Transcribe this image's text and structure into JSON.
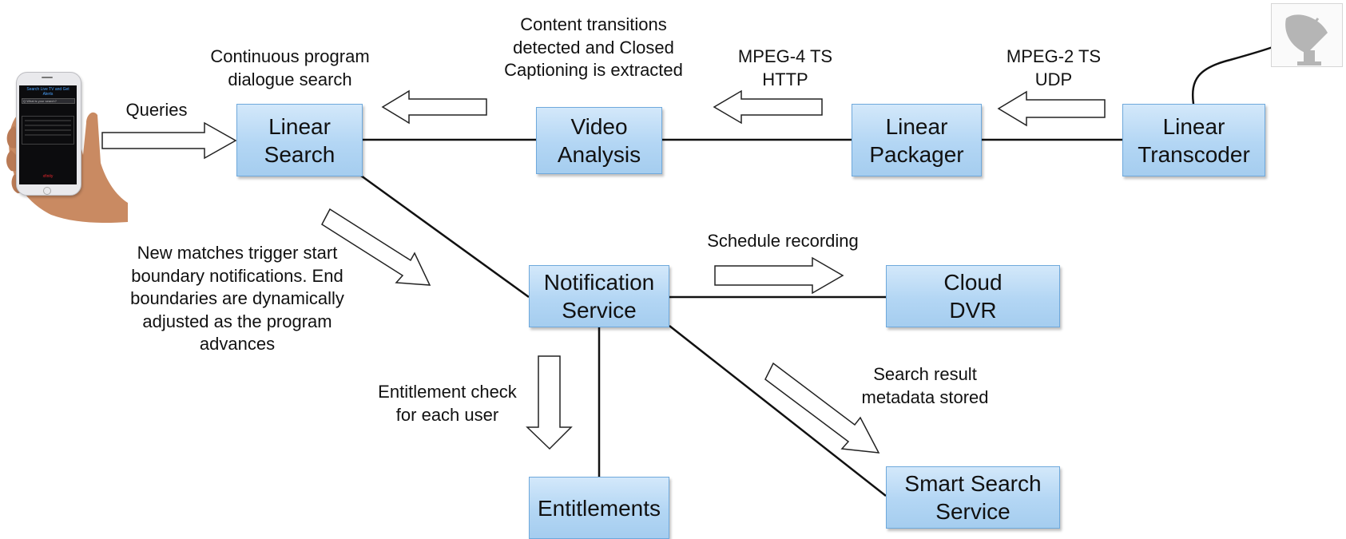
{
  "nodes": {
    "linear_search": "Linear\nSearch",
    "video_analysis": "Video\nAnalysis",
    "linear_packager": "Linear\nPackager",
    "linear_transcoder": "Linear\nTranscoder",
    "notification_service": "Notification\nService",
    "cloud_dvr": "Cloud\nDVR",
    "entitlements": "Entitlements",
    "smart_search_service": "Smart Search\nService"
  },
  "labels": {
    "queries": "Queries",
    "continuous_search": "Continuous program\ndialogue search",
    "content_transitions": "Content transitions\ndetected and Closed\nCaptioning is extracted",
    "mpeg4": "MPEG-4 TS\nHTTP",
    "mpeg2": "MPEG-2 TS\nUDP",
    "new_matches": "New matches trigger start\nboundary notifications. End\nboundaries are dynamically\nadjusted as the program\nadvances",
    "schedule_recording": "Schedule recording",
    "entitlement_check": "Entitlement check\nfor each user",
    "search_result": "Search result\nmetadata stored"
  },
  "phone": {
    "screen_title": "Search Live TV and Get\nAlerts",
    "search_placeholder": "Q  What is your search?",
    "brand": "xfinity"
  },
  "colors": {
    "node_fill_top": "#d3e8fa",
    "node_fill_bottom": "#a5cdef",
    "node_border": "#6fa9dc",
    "connector": "#111111"
  },
  "icons": {
    "satellite": "satellite-dish-icon",
    "arrow": "hollow-arrow-icon",
    "phone": "smartphone-in-hand-icon"
  }
}
